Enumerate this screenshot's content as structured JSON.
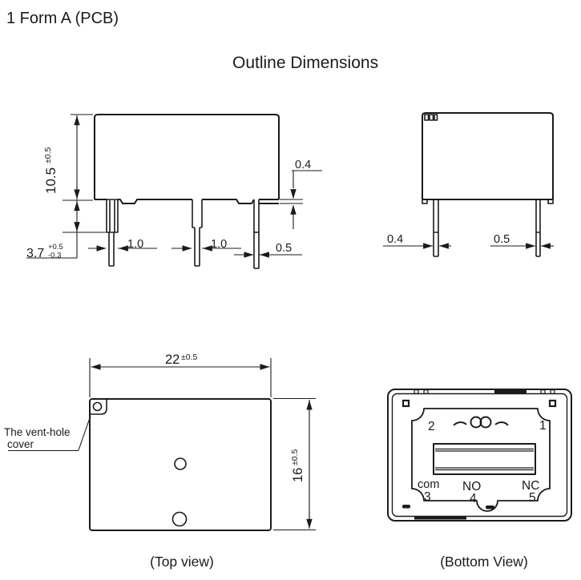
{
  "header": {
    "title": "1 Form A  (PCB)",
    "heading": "Outline  Dimensions"
  },
  "front_view": {
    "height": {
      "value": "10.5",
      "tolerance": "±0.5"
    },
    "pin_length": {
      "value": "3.7",
      "tolerance_plus": "+0.5",
      "tolerance_minus": "-0.3"
    },
    "pin1_width": "1.0",
    "pin2_width": "1.0",
    "pin3_width": "0.5",
    "standoff_thickness": "0.4"
  },
  "side_view": {
    "pin_left_thickness": "0.4",
    "pin_right_thickness": "0.5"
  },
  "top_view": {
    "width": {
      "value": "22",
      "tolerance": "±0.5"
    },
    "depth": {
      "value": "16",
      "tolerance": "±0.5"
    },
    "vent_note_line1": "The vent-hole",
    "vent_note_line2": "cover",
    "caption": "(Top view)"
  },
  "bottom_view": {
    "terminal_2": "2",
    "terminal_1": "1",
    "com_label": "com",
    "com_pin": "3",
    "no_label": "NO",
    "no_pin": "4",
    "nc_label": "NC",
    "nc_pin": "5",
    "caption": "(Bottom View)"
  },
  "colors": {
    "line": "#1b1b1b",
    "background": "#ffffff"
  }
}
